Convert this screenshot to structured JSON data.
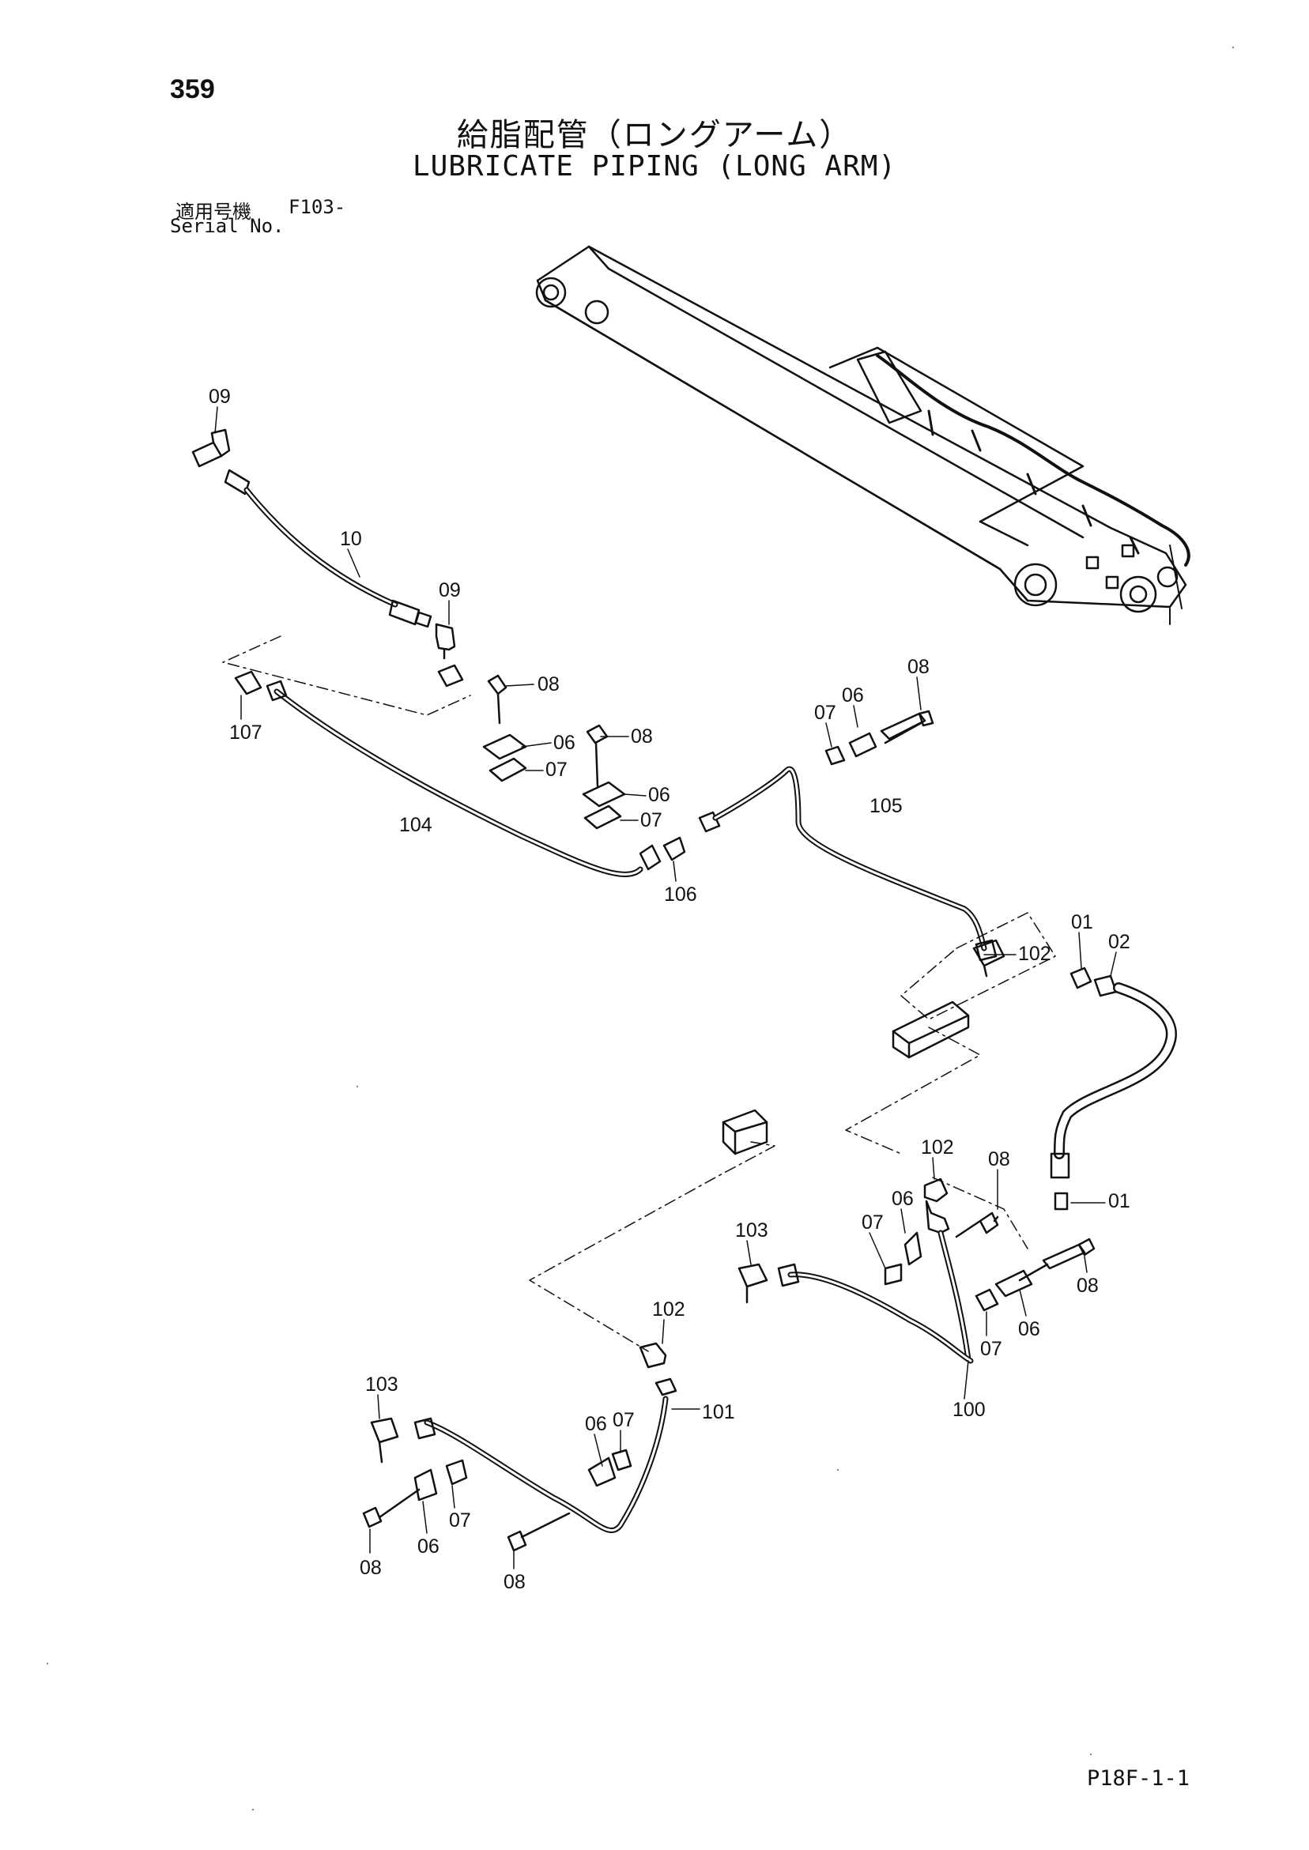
{
  "page_number": "359",
  "title_jp": "給脂配管（ロングアーム）",
  "title_en": "LUBRICATE PIPING (LONG ARM)",
  "serial_label_jp": "適用号機",
  "serial_value": "F103-",
  "serial_label_en": "Serial No.",
  "footer_code": "P18F-1-1",
  "callouts": {
    "c09a": "09",
    "c10": "10",
    "c09b": "09",
    "c08a": "08",
    "c107": "107",
    "c08b": "08",
    "c06a": "06",
    "c07a": "07",
    "c06b": "06",
    "c07b": "07",
    "c104": "104",
    "c106": "106",
    "c08c": "08",
    "c06c": "06",
    "c07c": "07",
    "c105": "105",
    "c102a": "102",
    "c01a": "01",
    "c02": "02",
    "c01b": "01",
    "c102b": "102",
    "c08d": "08",
    "c06d": "06",
    "c07d": "07",
    "c103a": "103",
    "c08e": "08",
    "c06e": "06",
    "c07e": "07",
    "c100": "100",
    "c102c": "102",
    "c101": "101",
    "c103b": "103",
    "c06f": "06",
    "c07f": "07",
    "c07g": "07",
    "c06g": "06",
    "c08f": "08",
    "c08g": "08"
  }
}
